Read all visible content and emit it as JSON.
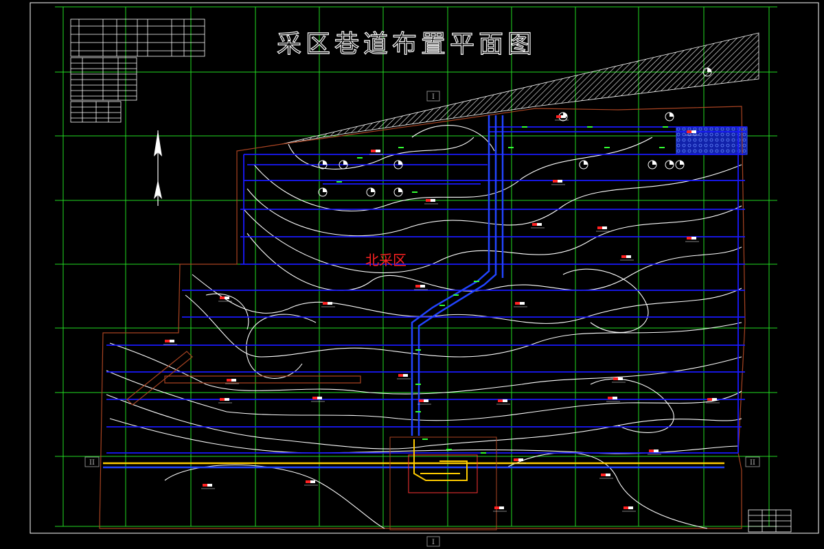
{
  "drawing": {
    "title": "采区巷道布置平面图",
    "zone_label": "北采区",
    "section_marks": {
      "top": "I",
      "bottom": "I",
      "left": "II",
      "right": "II"
    }
  },
  "colors": {
    "background": "#000000",
    "grid": "#22dd22",
    "contour": "#ffffff",
    "roadway": "#1a1aff",
    "roadway_light": "#5577ff",
    "boundary": "#aa4422",
    "shaft": "#ffcc00",
    "zone_label": "#ff2222"
  },
  "icons": {
    "north_arrow": "north-arrow-icon",
    "boreholes": "borehole-marker-icon",
    "red_tags": "elevation-tag-icon"
  }
}
